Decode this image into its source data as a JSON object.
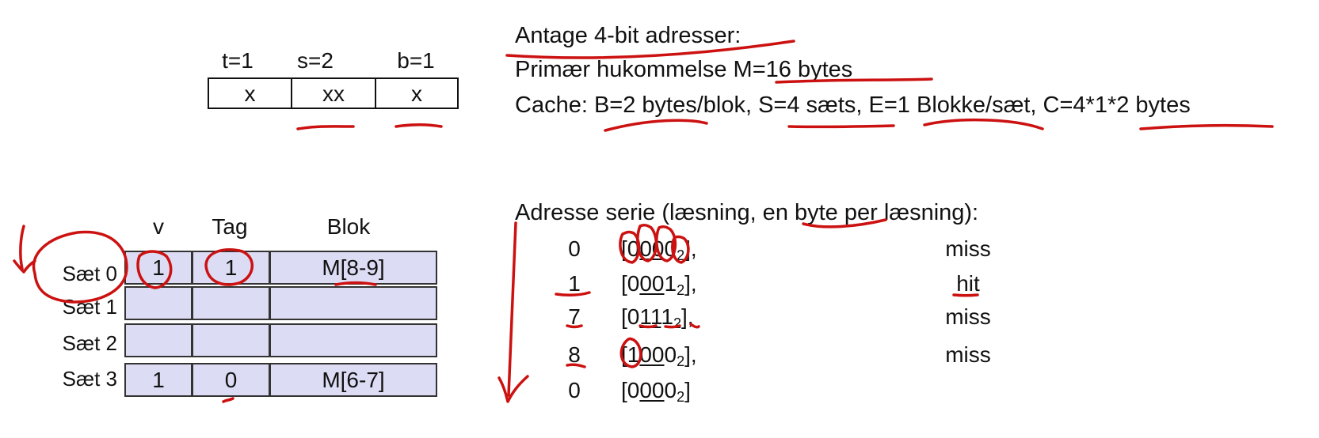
{
  "address_fields": {
    "labels": [
      "t=1",
      "s=2",
      "b=1"
    ],
    "values": [
      "x",
      "xx",
      "x"
    ]
  },
  "info": {
    "line1": "Antage 4-bit adresser:",
    "line2": "Primær hukommelse M=16 bytes",
    "line3": "Cache: B=2 bytes/blok, S=4 sæts, E=1 Blokke/sæt, C=4*1*2 bytes"
  },
  "cache": {
    "headers": {
      "v": "v",
      "tag": "Tag",
      "blok": "Blok"
    },
    "sets": [
      {
        "label": "Sæt 0",
        "v": "1",
        "tag": "1",
        "blok": "M[8-9]"
      },
      {
        "label": "Sæt 1",
        "v": "",
        "tag": "",
        "blok": ""
      },
      {
        "label": "Sæt 2",
        "v": "",
        "tag": "",
        "blok": ""
      },
      {
        "label": "Sæt 3",
        "v": "1",
        "tag": "0",
        "blok": "M[6-7]"
      }
    ]
  },
  "series": {
    "title": "Adresse serie (læsning, en byte per læsning):",
    "items": [
      {
        "dec": "0",
        "b0": "0",
        "b12": "00",
        "b3": "0",
        "suffix": "],",
        "result": "miss"
      },
      {
        "dec": "1",
        "b0": "0",
        "b12": "00",
        "b3": "1",
        "suffix": "],",
        "result": "hit"
      },
      {
        "dec": "7",
        "b0": "0",
        "b12": "11",
        "b3": "1",
        "suffix": "],",
        "result": "miss"
      },
      {
        "dec": "8",
        "b0": "1",
        "b12": "00",
        "b3": "0",
        "suffix": "],",
        "result": "miss"
      },
      {
        "dec": "0",
        "b0": "0",
        "b12": "00",
        "b3": "0",
        "suffix": "]",
        "result": ""
      }
    ],
    "base": "2"
  },
  "colors": {
    "ink": "#cc1111",
    "cell_fill": "#dcdcf4"
  }
}
